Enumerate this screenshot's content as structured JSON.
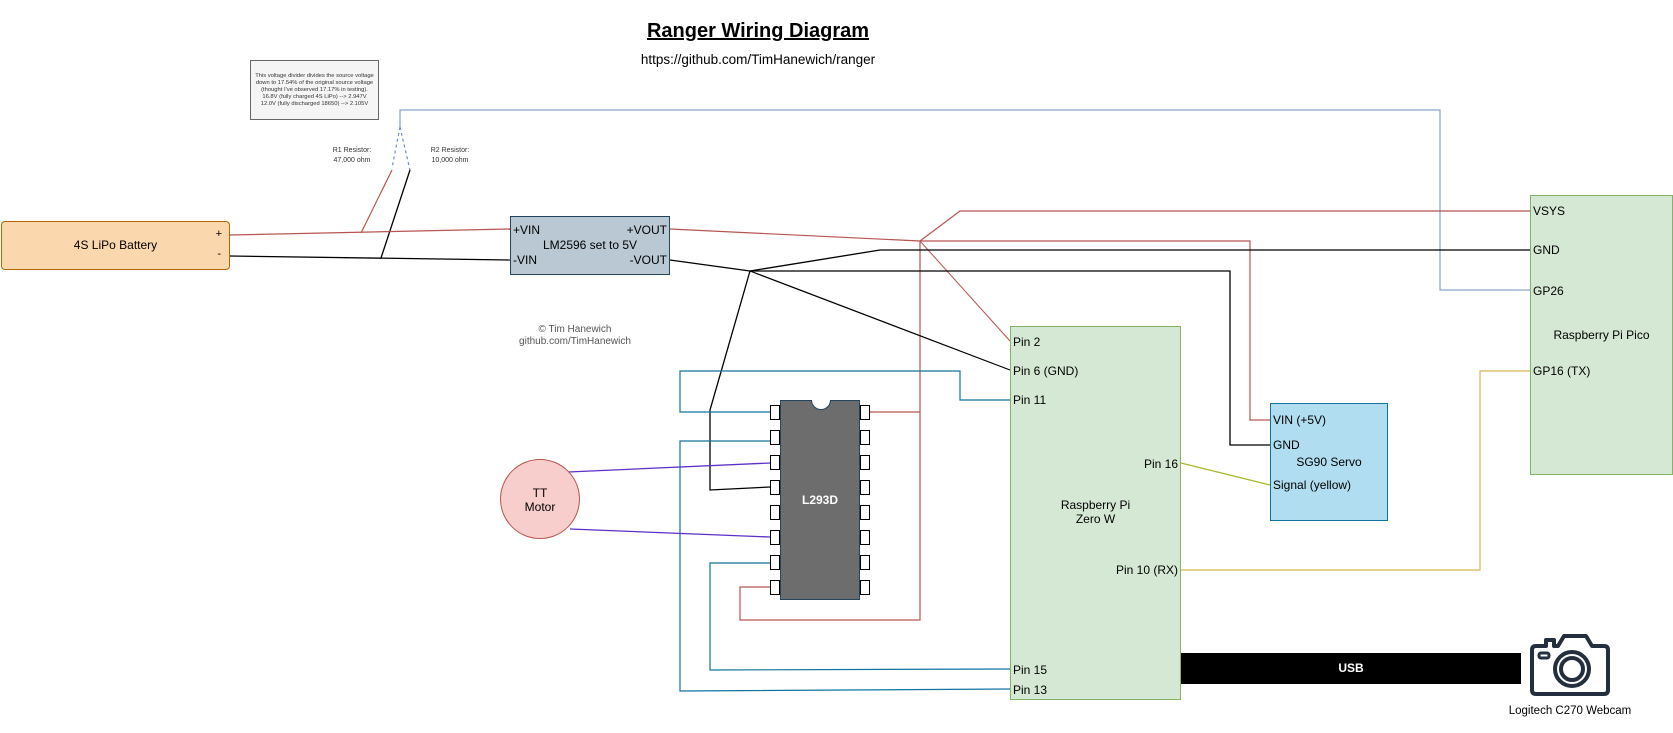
{
  "header": {
    "title": "Ranger Wiring Diagram",
    "subtitle": "https://github.com/TimHanewich/ranger"
  },
  "note": {
    "lines": [
      "This voltage divider divides the source voltage",
      "down to 17.54% of the original source voltage",
      "(thought I've observed 17.17% in testing).",
      "16.8V (fully charged 4S LiPo) --> 2.947V",
      "12.0V (fully discharged 18650) --> 2.105V"
    ]
  },
  "resistors": {
    "r1": {
      "name": "R1 Resistor:",
      "value": "47,000 ohm"
    },
    "r2": {
      "name": "R2 Resistor:",
      "value": "10,000 ohm"
    }
  },
  "battery": {
    "label": "4S LiPo Battery",
    "plus": "+",
    "minus": "-"
  },
  "regulator": {
    "label": "LM2596 set to 5V",
    "vin_plus": "+VIN",
    "vin_minus": "-VIN",
    "vout_plus": "+VOUT",
    "vout_minus": "-VOUT"
  },
  "credit": {
    "line1": "© Tim Hanewich",
    "line2": "github.com/TimHanewich"
  },
  "motor": {
    "line1": "TT",
    "line2": "Motor"
  },
  "driver": {
    "label": "L293D",
    "pins_per_side": 8
  },
  "pi_zero": {
    "label_line1": "Raspberry Pi",
    "label_line2": "Zero W",
    "pins": {
      "pin2": "Pin 2",
      "pin6": "Pin 6 (GND)",
      "pin11": "Pin 11",
      "pin16": "Pin 16",
      "pin10": "Pin 10 (RX)",
      "pin15": "Pin 15",
      "pin13": "Pin 13"
    }
  },
  "servo": {
    "label": "SG90 Servo",
    "vin": "VIN (+5V)",
    "gnd": "GND",
    "signal": "Signal (yellow)"
  },
  "pico": {
    "label": "Raspberry Pi Pico",
    "pins": {
      "vsys": "VSYS",
      "gnd": "GND",
      "gp26": "GP26",
      "gp16": "GP16 (TX)"
    }
  },
  "usb": {
    "label": "USB"
  },
  "webcam": {
    "label": "Logitech C270 Webcam",
    "icon": "camera-icon"
  },
  "colors": {
    "power": "#b85450",
    "ground": "#000000",
    "signal_blue": "#10739e",
    "divider_blue": "#6c8ebf",
    "motor_wire": "#5b2fc9",
    "servo_signal": "#a8b82a",
    "uart": "#d6b656"
  }
}
